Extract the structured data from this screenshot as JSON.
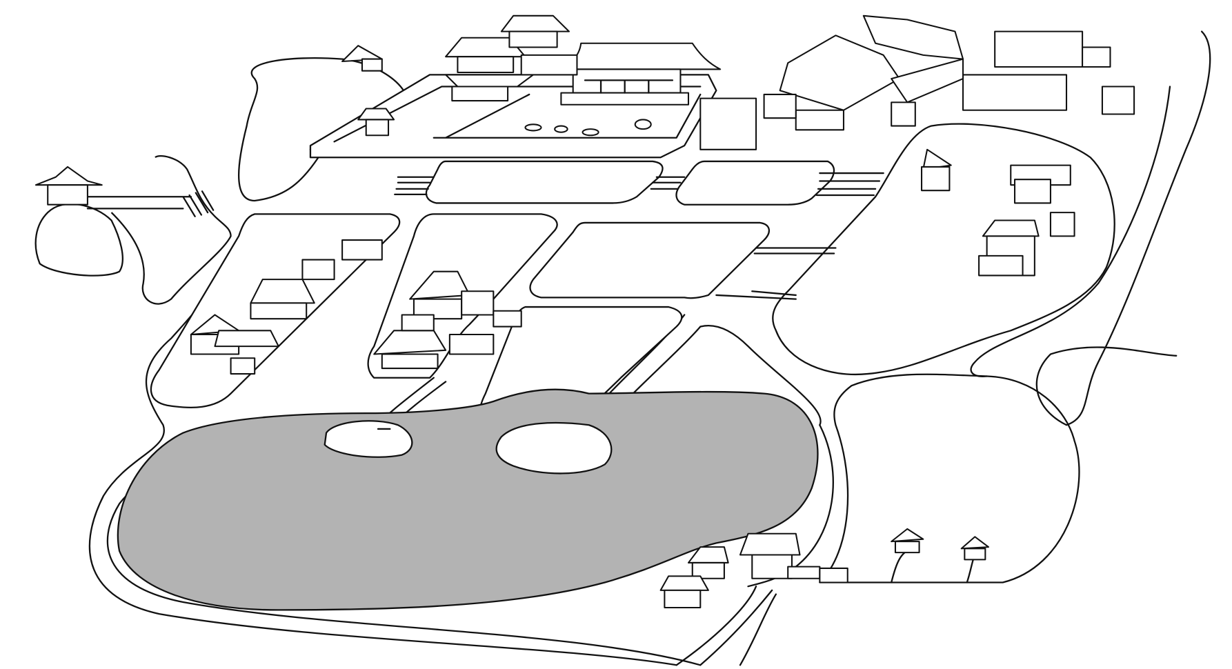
{
  "colors": {
    "background": "#ffffff",
    "line": "#111111",
    "pond": "#b3b3b3",
    "island": "#ffffff"
  },
  "icons": [
    "pond",
    "island",
    "temple-building",
    "road",
    "garden-plot",
    "bridge"
  ]
}
